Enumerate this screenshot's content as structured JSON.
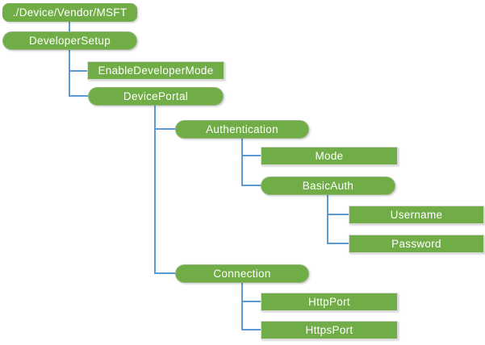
{
  "colors": {
    "node_fill": "#70AD47",
    "node_text": "#FFFFFF",
    "connector": "#5B9BD5",
    "leaf_border": "#D9D9D9",
    "background": "#FFFFFF"
  },
  "diagram": {
    "type": "tree",
    "nodes": [
      {
        "label": "./Device/Vendor/MSFT",
        "shape": "rounded-rect",
        "parent": null
      },
      {
        "label": "DeveloperSetup",
        "shape": "pill",
        "parent": "./Device/Vendor/MSFT"
      },
      {
        "label": "EnableDeveloperMode",
        "shape": "rect",
        "parent": "DeveloperSetup"
      },
      {
        "label": "DevicePortal",
        "shape": "pill",
        "parent": "DeveloperSetup"
      },
      {
        "label": "Authentication",
        "shape": "pill",
        "parent": "DevicePortal"
      },
      {
        "label": "Mode",
        "shape": "rect",
        "parent": "Authentication"
      },
      {
        "label": "BasicAuth",
        "shape": "pill",
        "parent": "Authentication"
      },
      {
        "label": "Username",
        "shape": "rect",
        "parent": "BasicAuth"
      },
      {
        "label": "Password",
        "shape": "rect",
        "parent": "BasicAuth"
      },
      {
        "label": "Connection",
        "shape": "pill",
        "parent": "DevicePortal"
      },
      {
        "label": "HttpPort",
        "shape": "rect",
        "parent": "Connection"
      },
      {
        "label": "HttpsPort",
        "shape": "rect",
        "parent": "Connection"
      }
    ]
  }
}
